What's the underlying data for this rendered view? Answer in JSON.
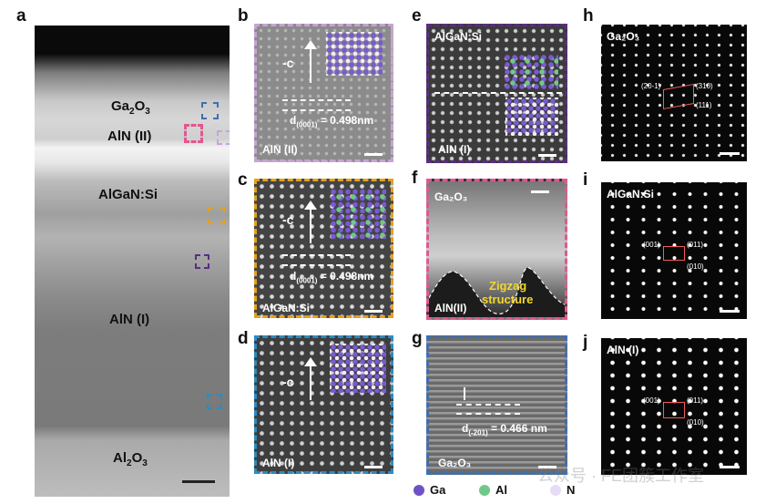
{
  "panels": {
    "a": {
      "label": "a",
      "layers": [
        "Ga₂O₃",
        "AlN (II)",
        "AlGaN:Si",
        "AlN (I)",
        "Al₂O₃"
      ]
    },
    "b": {
      "label": "b",
      "img_label": "AlN (II)",
      "direction": "-c",
      "measure": "d",
      "measure_sub": "(0001)",
      "measure_val": "= 0.498nm"
    },
    "c": {
      "label": "c",
      "img_label": "AlGaN:Si",
      "direction": "-c",
      "measure": "d",
      "measure_sub": "(0001)",
      "measure_val": "= 0.498nm"
    },
    "d": {
      "label": "d",
      "img_label": "AlN (I)",
      "direction": "-c"
    },
    "e": {
      "label": "e",
      "img_label_top": "AlGaN:Si",
      "img_label_bottom": "AlN (I)"
    },
    "f": {
      "label": "f",
      "img_label_top": "Ga₂O₃",
      "img_label_bottom": "AlN(II)",
      "annotation_line1": "Zigzag",
      "annotation_line2": "structure"
    },
    "g": {
      "label": "g",
      "img_label_bottom": "Ga₂O₃",
      "measure": "d",
      "measure_sub": "(-201)",
      "measure_val": "= 0.466 nm"
    },
    "h": {
      "label": "h",
      "img_label": "Ga₂O₃",
      "spots": [
        "(20-1)",
        "(310)",
        "(111)"
      ]
    },
    "i": {
      "label": "i",
      "img_label": "AlGaN:Si",
      "spots": [
        "(001)",
        "(011)",
        "(010)"
      ]
    },
    "j": {
      "label": "j",
      "img_label": "AlN (I)",
      "spots": [
        "(001)",
        "(011)",
        "(010)"
      ]
    }
  },
  "legend": [
    {
      "label": "Ga",
      "color": "#6f53c4"
    },
    {
      "label": "Al",
      "color": "#6fc88a"
    },
    {
      "label": "N",
      "color": "#e6dcf5"
    }
  ],
  "watermark": "公众号 · FE团簇工作室",
  "colors": {
    "b_border": "#c9a2d8",
    "c_border": "#e5a11c",
    "d_border": "#2b8cc4",
    "e_border": "#5a2d82",
    "f_border": "#e0588f",
    "g_border": "#3f6eb0"
  }
}
